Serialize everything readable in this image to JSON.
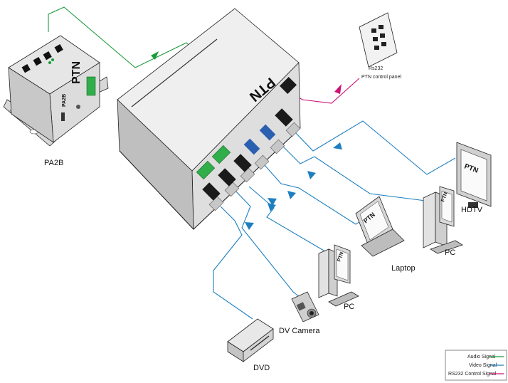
{
  "diagram": {
    "labels": {
      "pa2b": "PA2B",
      "hdtv": "HDTV",
      "pc_right": "PC",
      "laptop": "Laptop",
      "pc_center": "PC",
      "dv_camera": "DV Camera",
      "dvd": "DVD",
      "rs232_line1": "Rs232",
      "rs232_line2": "PTN control panel"
    },
    "brand": "PTN",
    "pa2b_front_text": "PA2B",
    "colors": {
      "audio": "#1a9a3a",
      "video": "#1e7fc0",
      "rs232": "#cc1177"
    }
  },
  "legend": {
    "audio": "Audio Signal",
    "video": "Video Signal",
    "rs232": "RS232 Control Signal"
  }
}
